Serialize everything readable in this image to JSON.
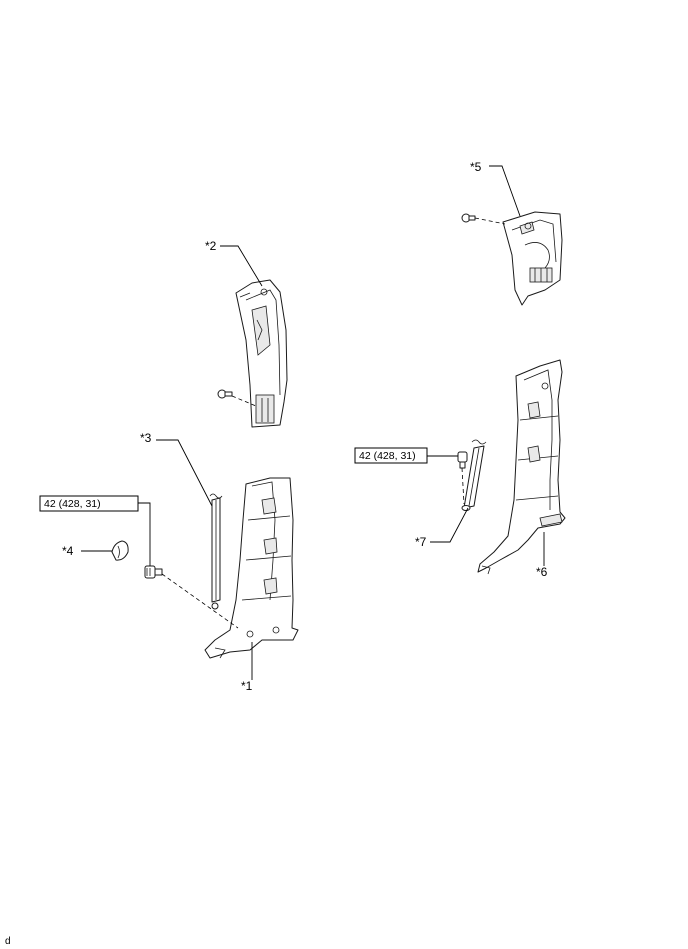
{
  "labels": {
    "part1": "*1",
    "part2": "*2",
    "part3": "*3",
    "part4": "*4",
    "part5": "*5",
    "part6": "*6",
    "part7": "*7"
  },
  "torque": {
    "left": "42 (428, 31)",
    "right": "42 (428, 31)"
  },
  "corner_mark": "d"
}
